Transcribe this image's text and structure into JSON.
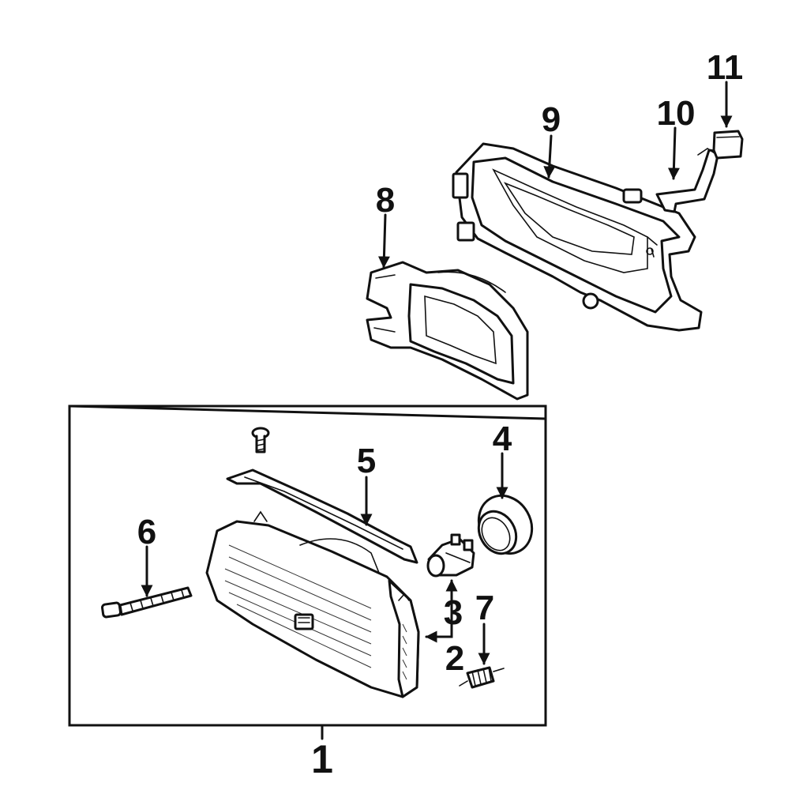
{
  "diagram": {
    "callouts": [
      {
        "id": "1",
        "label": "1"
      },
      {
        "id": "2",
        "label": "2"
      },
      {
        "id": "3",
        "label": "3"
      },
      {
        "id": "4",
        "label": "4"
      },
      {
        "id": "5",
        "label": "5"
      },
      {
        "id": "6",
        "label": "6"
      },
      {
        "id": "7",
        "label": "7"
      },
      {
        "id": "8",
        "label": "8"
      },
      {
        "id": "9",
        "label": "9"
      },
      {
        "id": "10",
        "label": "10"
      },
      {
        "id": "11",
        "label": "11"
      }
    ],
    "colors": {
      "line": "#111111",
      "background": "#ffffff"
    }
  }
}
